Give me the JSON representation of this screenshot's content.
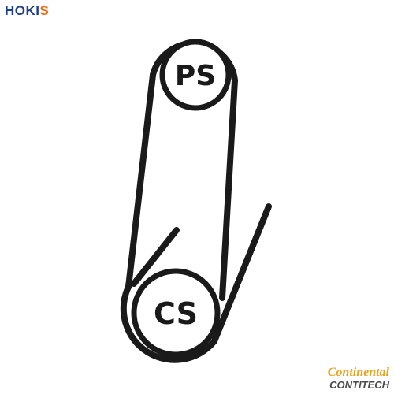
{
  "brand_top": {
    "prefix": "HOKI",
    "suffix": "S"
  },
  "brand_bottom": {
    "line1": "Continental",
    "line2": "CONTITECH"
  },
  "pulleys": [
    {
      "id": "ps",
      "label": "PS"
    },
    {
      "id": "cs",
      "label": "CS"
    }
  ],
  "colors": {
    "belt": "#1a1a1a",
    "brand_blue": "#1f3f8f",
    "brand_orange": "#e8711a",
    "continental_gold": "#e8a31a"
  }
}
